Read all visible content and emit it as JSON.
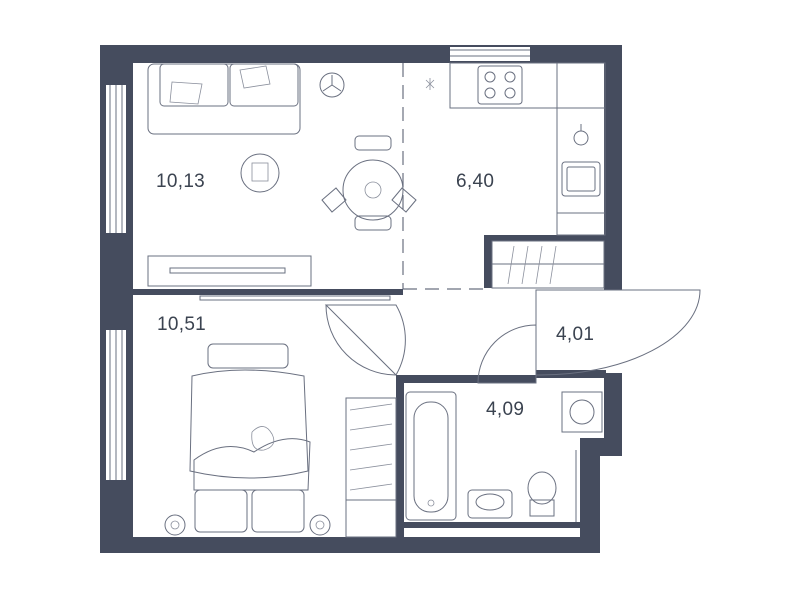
{
  "rooms": [
    {
      "id": "living",
      "area": "10,13"
    },
    {
      "id": "kitchen",
      "area": "6,40"
    },
    {
      "id": "bedroom",
      "area": "10,51"
    },
    {
      "id": "hall",
      "area": "4,01"
    },
    {
      "id": "bathroom",
      "area": "4,09"
    }
  ],
  "colors": {
    "wall": "#454c5e",
    "line": "#6a7080",
    "text": "#3b4350"
  }
}
